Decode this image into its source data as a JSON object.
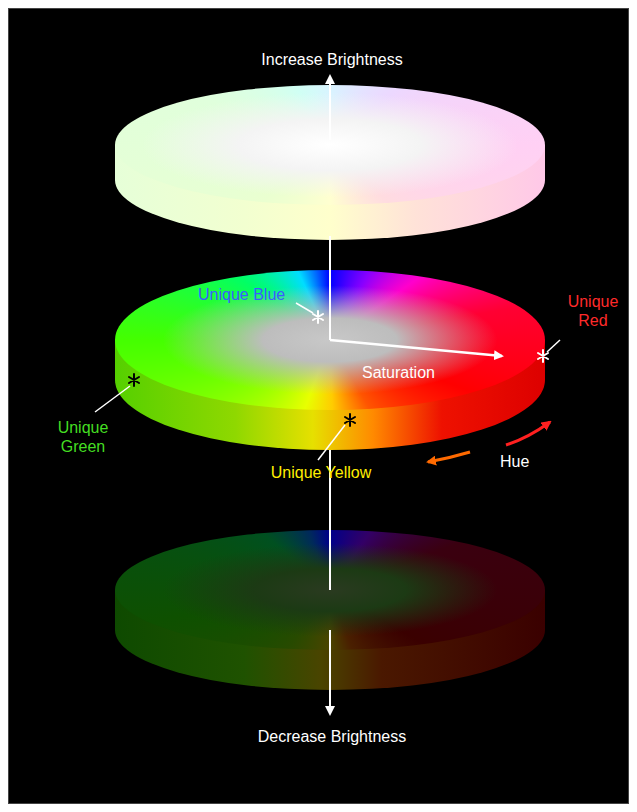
{
  "diagram": {
    "labels": [
      "Increase Brightness",
      "Unique Blue",
      "Unique Red",
      "Saturation",
      "Unique Green",
      "Unique Yellow",
      "Hue",
      "Decrease Brightness"
    ]
  }
}
